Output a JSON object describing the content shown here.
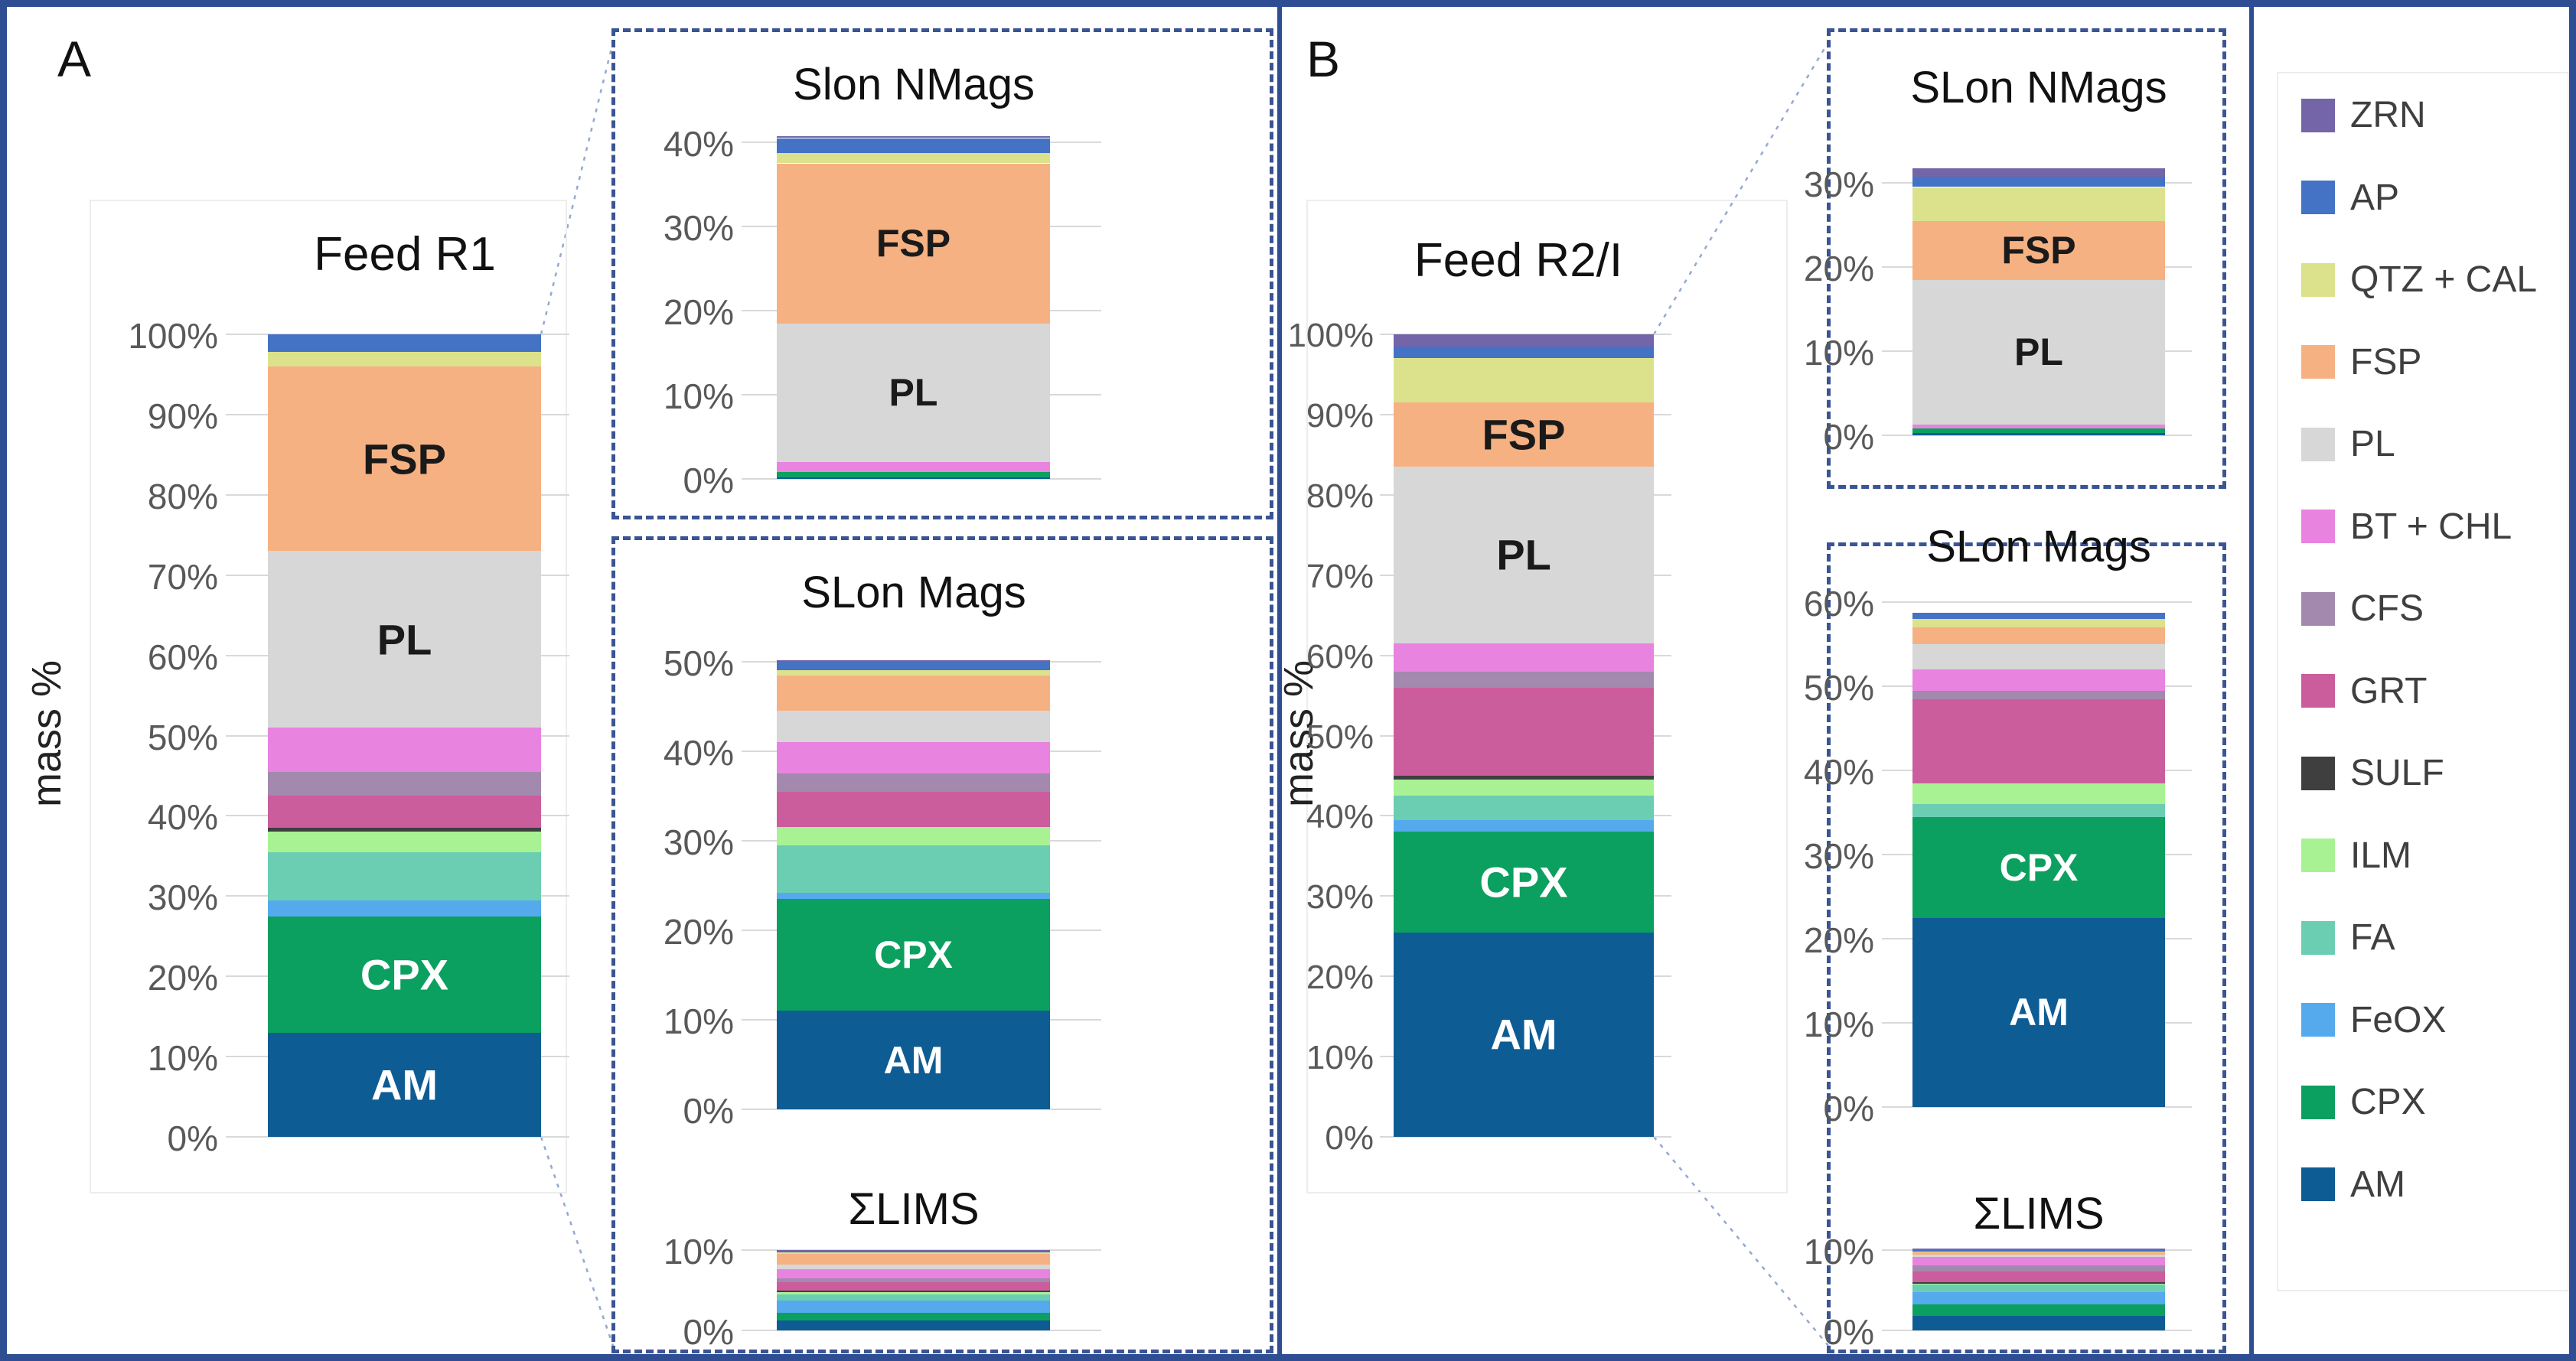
{
  "figure": {
    "panel_a_label": "A",
    "panel_b_label": "B",
    "y_axis_label": "mass %",
    "stack_order_bottom_to_top": [
      "AM",
      "CPX",
      "FeOX",
      "FA",
      "ILM",
      "SULF",
      "GRT",
      "CFS",
      "BT + CHL",
      "PL",
      "FSP",
      "QTZ + CAL",
      "AP",
      "ZRN"
    ]
  },
  "legend": {
    "items": [
      {
        "label": "ZRN",
        "color": "#7464a8"
      },
      {
        "label": "AP",
        "color": "#4472c4"
      },
      {
        "label": "QTZ + CAL",
        "color": "#dce28c"
      },
      {
        "label": "FSP",
        "color": "#f6b183"
      },
      {
        "label": "PL",
        "color": "#d7d7d7"
      },
      {
        "label": "BT + CHL",
        "color": "#e883e0"
      },
      {
        "label": "CFS",
        "color": "#a289ad"
      },
      {
        "label": "GRT",
        "color": "#cb5d9d"
      },
      {
        "label": "SULF",
        "color": "#3f3f3f"
      },
      {
        "label": "ILM",
        "color": "#a8f294"
      },
      {
        "label": "FA",
        "color": "#6bcdb2"
      },
      {
        "label": "FeOX",
        "color": "#55aaee"
      },
      {
        "label": "CPX",
        "color": "#0ba05f"
      },
      {
        "label": "AM",
        "color": "#0e5c94"
      }
    ]
  },
  "chart_data": [
    {
      "id": "feed_r1",
      "type": "bar",
      "panel": "A",
      "title": "Feed R1",
      "ylabel": "mass %",
      "ylim": [
        0,
        100
      ],
      "yticks": [
        "0%",
        "10%",
        "20%",
        "30%",
        "40%",
        "50%",
        "60%",
        "70%",
        "80%",
        "90%",
        "100%"
      ],
      "series": [
        {
          "mineral": "AM",
          "value": 13
        },
        {
          "mineral": "CPX",
          "value": 14.5
        },
        {
          "mineral": "FeOX",
          "value": 2
        },
        {
          "mineral": "FA",
          "value": 6
        },
        {
          "mineral": "ILM",
          "value": 2.5
        },
        {
          "mineral": "SULF",
          "value": 0.5
        },
        {
          "mineral": "GRT",
          "value": 4
        },
        {
          "mineral": "CFS",
          "value": 3
        },
        {
          "mineral": "BT + CHL",
          "value": 5.5
        },
        {
          "mineral": "PL",
          "value": 22
        },
        {
          "mineral": "FSP",
          "value": 23
        },
        {
          "mineral": "QTZ + CAL",
          "value": 1.8
        },
        {
          "mineral": "AP",
          "value": 2.2
        },
        {
          "mineral": "ZRN",
          "value": 0
        }
      ],
      "segment_labels": [
        {
          "mineral": "FSP",
          "text": "FSP",
          "style": "dark"
        },
        {
          "mineral": "PL",
          "text": "PL",
          "style": "dark"
        },
        {
          "mineral": "CPX",
          "text": "CPX",
          "style": "light"
        },
        {
          "mineral": "AM",
          "text": "AM",
          "style": "light"
        }
      ]
    },
    {
      "id": "slon_nmags_a",
      "type": "bar",
      "panel": "A",
      "title": "Slon NMags",
      "ylim": [
        0,
        40
      ],
      "yticks": [
        "0%",
        "10%",
        "20%",
        "30%",
        "40%"
      ],
      "series": [
        {
          "mineral": "AM",
          "value": 0.2
        },
        {
          "mineral": "CPX",
          "value": 0.6
        },
        {
          "mineral": "BT + CHL",
          "value": 1.2
        },
        {
          "mineral": "PL",
          "value": 16.5
        },
        {
          "mineral": "FSP",
          "value": 19
        },
        {
          "mineral": "QTZ + CAL",
          "value": 1.2
        },
        {
          "mineral": "AP",
          "value": 1.8
        },
        {
          "mineral": "ZRN",
          "value": 0.2
        }
      ],
      "segment_labels": [
        {
          "mineral": "FSP",
          "text": "FSP",
          "style": "dark"
        },
        {
          "mineral": "PL",
          "text": "PL",
          "style": "dark"
        }
      ]
    },
    {
      "id": "slon_mags_a",
      "type": "bar",
      "panel": "A",
      "title": "SLon Mags",
      "ylim": [
        0,
        50
      ],
      "yticks": [
        "0%",
        "10%",
        "20%",
        "30%",
        "40%",
        "50%"
      ],
      "series": [
        {
          "mineral": "AM",
          "value": 11
        },
        {
          "mineral": "CPX",
          "value": 12.5
        },
        {
          "mineral": "FeOX",
          "value": 0.7
        },
        {
          "mineral": "FA",
          "value": 5.3
        },
        {
          "mineral": "ILM",
          "value": 2
        },
        {
          "mineral": "GRT",
          "value": 4
        },
        {
          "mineral": "CFS",
          "value": 2
        },
        {
          "mineral": "BT + CHL",
          "value": 3.5
        },
        {
          "mineral": "PL",
          "value": 3.5
        },
        {
          "mineral": "FSP",
          "value": 4
        },
        {
          "mineral": "QTZ + CAL",
          "value": 0.6
        },
        {
          "mineral": "AP",
          "value": 1.0
        },
        {
          "mineral": "ZRN",
          "value": 0.1
        }
      ],
      "segment_labels": [
        {
          "mineral": "CPX",
          "text": "CPX",
          "style": "light"
        },
        {
          "mineral": "AM",
          "text": "AM",
          "style": "light"
        }
      ]
    },
    {
      "id": "slims_a",
      "type": "bar",
      "panel": "A",
      "title": "ΣLIMS",
      "ylim": [
        0,
        10
      ],
      "yticks": [
        "0%",
        "10%"
      ],
      "series": [
        {
          "mineral": "AM",
          "value": 1.2
        },
        {
          "mineral": "CPX",
          "value": 1.0
        },
        {
          "mineral": "FeOX",
          "value": 1.5
        },
        {
          "mineral": "FA",
          "value": 0.8
        },
        {
          "mineral": "ILM",
          "value": 0.3
        },
        {
          "mineral": "SULF",
          "value": 0.2
        },
        {
          "mineral": "GRT",
          "value": 1.0
        },
        {
          "mineral": "CFS",
          "value": 0.5
        },
        {
          "mineral": "BT + CHL",
          "value": 1.1
        },
        {
          "mineral": "PL",
          "value": 0.6
        },
        {
          "mineral": "FSP",
          "value": 1.3
        },
        {
          "mineral": "QTZ + CAL",
          "value": 0.2
        },
        {
          "mineral": "AP",
          "value": 0.2
        },
        {
          "mineral": "ZRN",
          "value": 0.1
        }
      ],
      "segment_labels": []
    },
    {
      "id": "feed_r2",
      "type": "bar",
      "panel": "B",
      "title": "Feed R2/I",
      "ylabel": "mass %",
      "ylim": [
        0,
        100
      ],
      "yticks": [
        "0%",
        "10%",
        "20%",
        "30%",
        "40%",
        "50%",
        "60%",
        "70%",
        "80%",
        "90%",
        "100%"
      ],
      "series": [
        {
          "mineral": "AM",
          "value": 25.5
        },
        {
          "mineral": "CPX",
          "value": 12.5
        },
        {
          "mineral": "FeOX",
          "value": 1.5
        },
        {
          "mineral": "FA",
          "value": 3
        },
        {
          "mineral": "ILM",
          "value": 2
        },
        {
          "mineral": "SULF",
          "value": 0.5
        },
        {
          "mineral": "GRT",
          "value": 11
        },
        {
          "mineral": "CFS",
          "value": 2
        },
        {
          "mineral": "BT + CHL",
          "value": 3.5
        },
        {
          "mineral": "PL",
          "value": 22
        },
        {
          "mineral": "FSP",
          "value": 8
        },
        {
          "mineral": "QTZ + CAL",
          "value": 5.5
        },
        {
          "mineral": "AP",
          "value": 1.5
        },
        {
          "mineral": "ZRN",
          "value": 1.5
        }
      ],
      "segment_labels": [
        {
          "mineral": "FSP",
          "text": "FSP",
          "style": "dark"
        },
        {
          "mineral": "PL",
          "text": "PL",
          "style": "dark"
        },
        {
          "mineral": "CPX",
          "text": "CPX",
          "style": "light"
        },
        {
          "mineral": "AM",
          "text": "AM",
          "style": "light"
        }
      ]
    },
    {
      "id": "slon_nmags_b",
      "type": "bar",
      "panel": "B",
      "title": "SLon NMags",
      "ylim": [
        0,
        30
      ],
      "yticks": [
        "0%",
        "10%",
        "20%",
        "30%"
      ],
      "series": [
        {
          "mineral": "AM",
          "value": 0.3
        },
        {
          "mineral": "CPX",
          "value": 0.5
        },
        {
          "mineral": "BT + CHL",
          "value": 0.5
        },
        {
          "mineral": "PL",
          "value": 17.2
        },
        {
          "mineral": "FSP",
          "value": 7
        },
        {
          "mineral": "QTZ + CAL",
          "value": 4
        },
        {
          "mineral": "AP",
          "value": 1.2
        },
        {
          "mineral": "ZRN",
          "value": 1.0
        }
      ],
      "segment_labels": [
        {
          "mineral": "FSP",
          "text": "FSP",
          "style": "dark"
        },
        {
          "mineral": "PL",
          "text": "PL",
          "style": "dark"
        }
      ]
    },
    {
      "id": "slon_mags_b",
      "type": "bar",
      "panel": "B",
      "title": "SLon Mags",
      "ylim": [
        0,
        60
      ],
      "yticks": [
        "0%",
        "10%",
        "20%",
        "30%",
        "40%",
        "50%",
        "60%"
      ],
      "series": [
        {
          "mineral": "AM",
          "value": 22.5
        },
        {
          "mineral": "CPX",
          "value": 12
        },
        {
          "mineral": "FA",
          "value": 1.5
        },
        {
          "mineral": "ILM",
          "value": 2.5
        },
        {
          "mineral": "GRT",
          "value": 10
        },
        {
          "mineral": "CFS",
          "value": 1
        },
        {
          "mineral": "BT + CHL",
          "value": 2.5
        },
        {
          "mineral": "PL",
          "value": 3
        },
        {
          "mineral": "FSP",
          "value": 2
        },
        {
          "mineral": "QTZ + CAL",
          "value": 1
        },
        {
          "mineral": "AP",
          "value": 0.7
        }
      ],
      "segment_labels": [
        {
          "mineral": "CPX",
          "text": "CPX",
          "style": "light"
        },
        {
          "mineral": "AM",
          "text": "AM",
          "style": "light"
        }
      ]
    },
    {
      "id": "slims_b",
      "type": "bar",
      "panel": "B",
      "title": "ΣLIMS",
      "ylim": [
        0,
        10
      ],
      "yticks": [
        "0%",
        "10%"
      ],
      "series": [
        {
          "mineral": "AM",
          "value": 1.8
        },
        {
          "mineral": "CPX",
          "value": 1.4
        },
        {
          "mineral": "FeOX",
          "value": 1.6
        },
        {
          "mineral": "FA",
          "value": 0.9
        },
        {
          "mineral": "ILM",
          "value": 0.2
        },
        {
          "mineral": "SULF",
          "value": 0.1
        },
        {
          "mineral": "GRT",
          "value": 1.3
        },
        {
          "mineral": "CFS",
          "value": 0.8
        },
        {
          "mineral": "BT + CHL",
          "value": 1.0
        },
        {
          "mineral": "PL",
          "value": 0.3
        },
        {
          "mineral": "FSP",
          "value": 0.4
        },
        {
          "mineral": "QTZ + CAL",
          "value": 0.1
        },
        {
          "mineral": "AP",
          "value": 0.1
        },
        {
          "mineral": "ZRN",
          "value": 0.2
        }
      ],
      "segment_labels": []
    }
  ],
  "styles": {
    "dark_label_color": "#1a1a1a",
    "light_label_color": "#ffffff",
    "border_color": "#2e4d92",
    "gridline_color": "#d9d9d9",
    "tick_text_color": "#595959"
  }
}
